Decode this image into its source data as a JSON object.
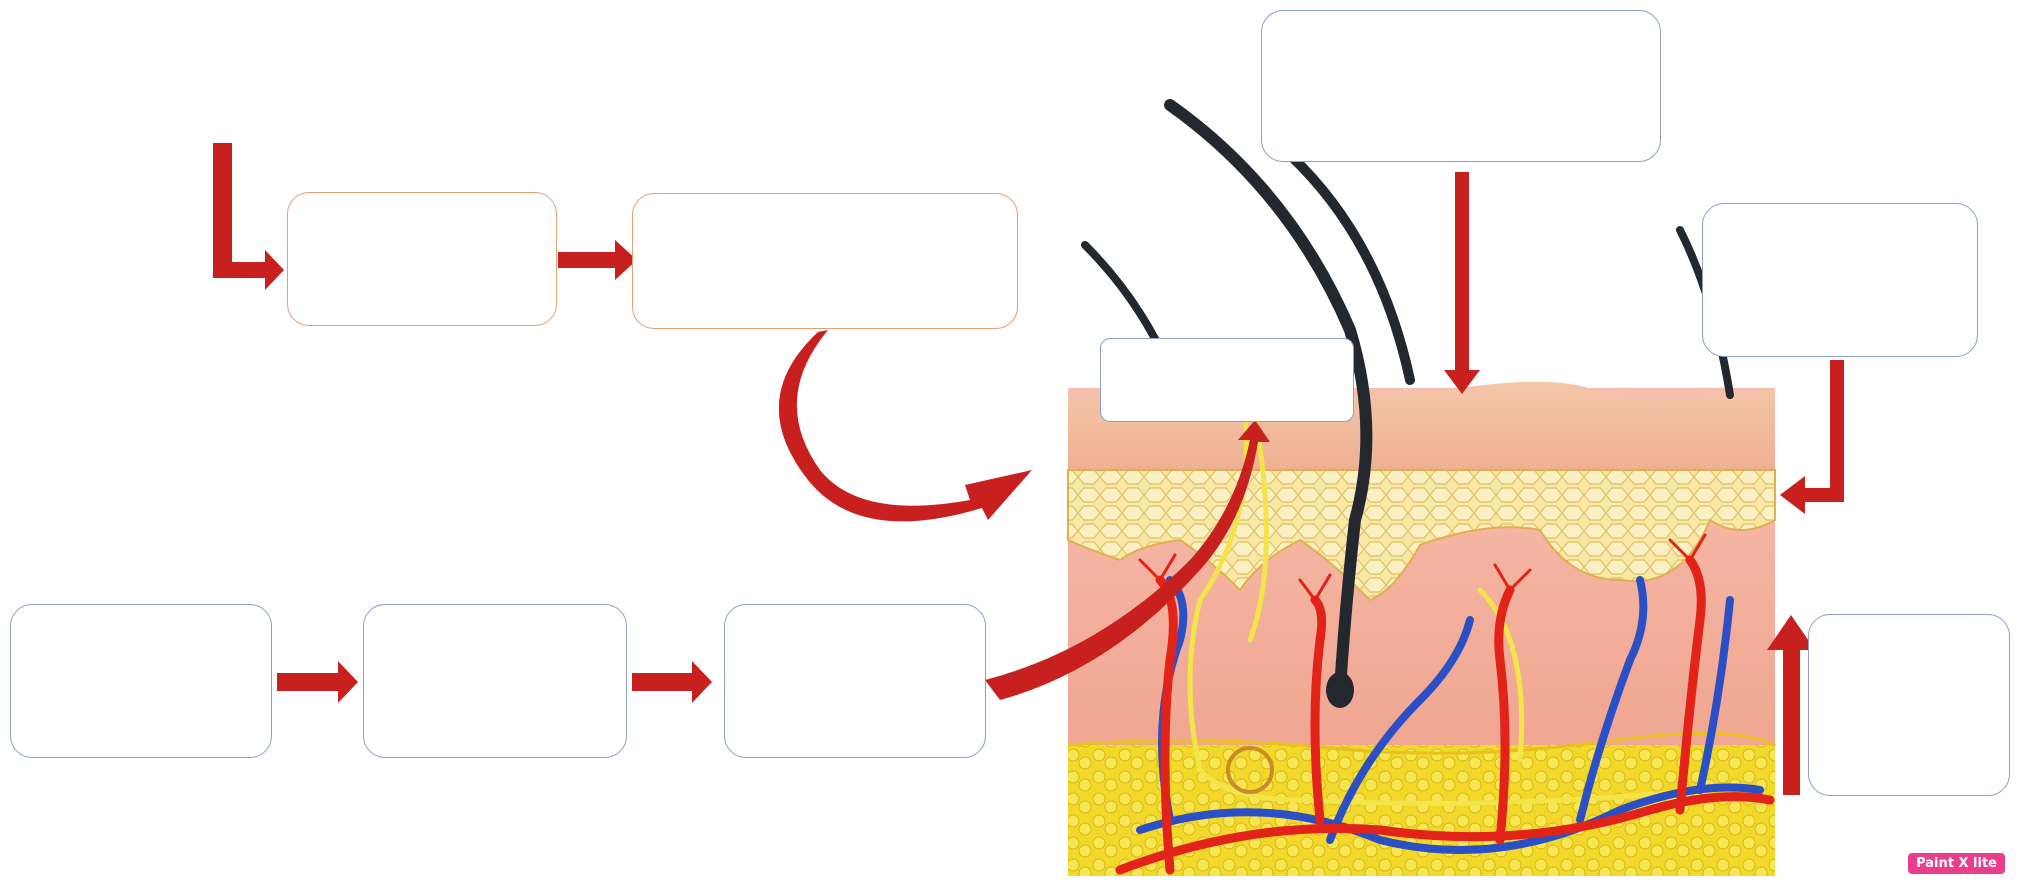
{
  "watermark": {
    "text": "Paint X lite"
  },
  "colors": {
    "arrow": "#c8201e",
    "box_border_blue": "#8aa0c4",
    "box_border_orange": "#e0a074",
    "epidermis": "#f2b49c",
    "dermis": "#efa58e",
    "fat": "#f2d829",
    "artery": "#e2231a",
    "vein": "#2b4fc4",
    "nerve": "#f3e44a",
    "hair": "#23282f"
  },
  "boxes": [
    {
      "id": "upper-left-1"
    },
    {
      "id": "upper-left-2"
    },
    {
      "id": "top-center"
    },
    {
      "id": "right-upper"
    },
    {
      "id": "surface-label"
    },
    {
      "id": "lower-left-1"
    },
    {
      "id": "lower-left-2"
    },
    {
      "id": "lower-left-3"
    },
    {
      "id": "right-lower"
    }
  ]
}
